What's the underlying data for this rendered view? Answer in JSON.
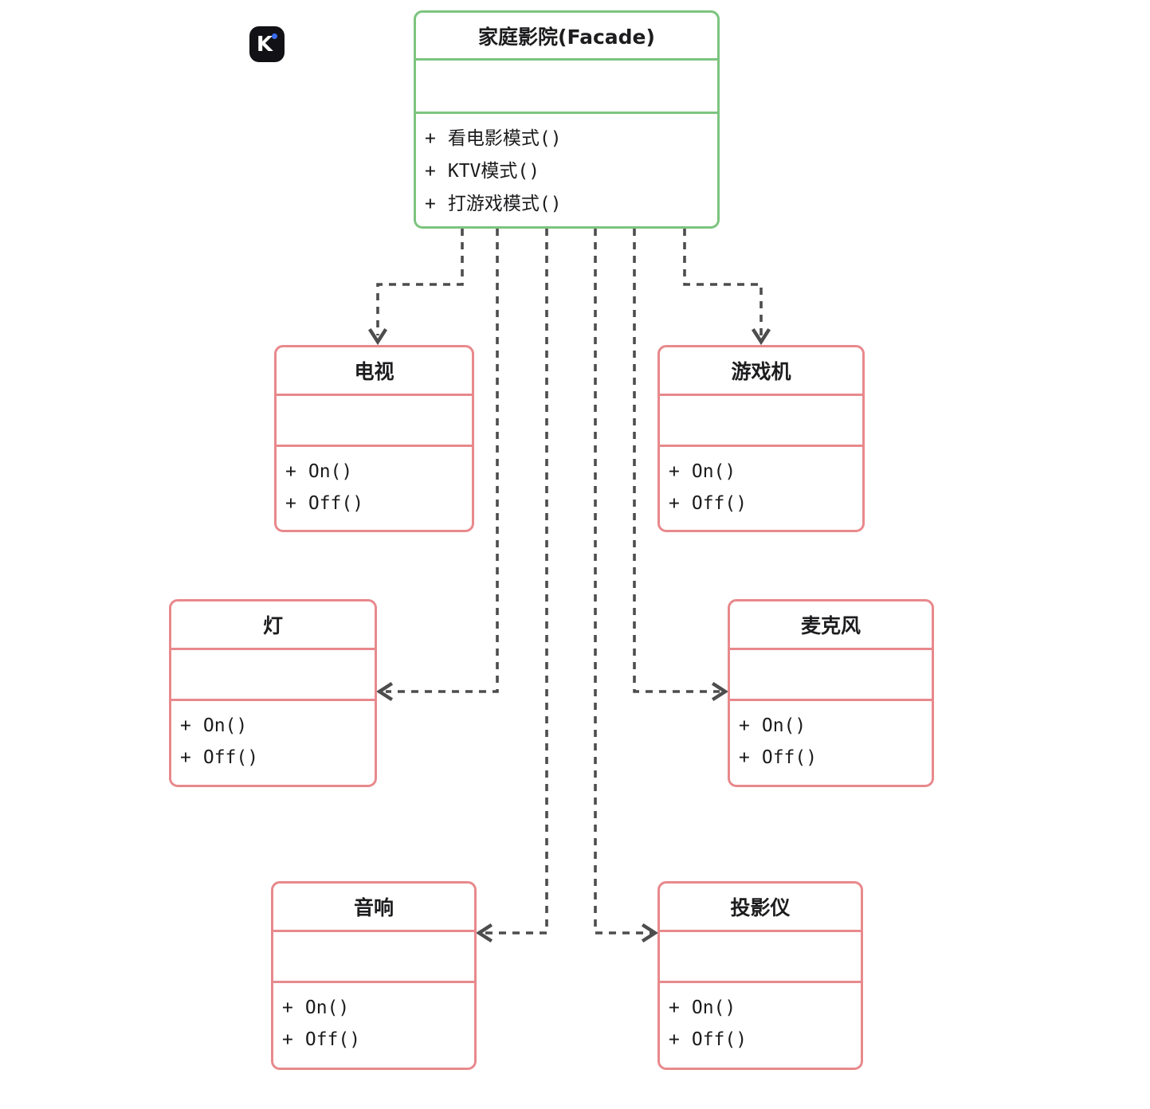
{
  "logo": {
    "letter": "K"
  },
  "colors": {
    "facade_border": "#7cc47f",
    "class_border": "#e8898c",
    "connector": "#4d4d4d",
    "logo_bg": "#121216",
    "logo_dot": "#3b6ef5",
    "text": "#1d1d1f"
  },
  "facade": {
    "title": "家庭影院(Facade)",
    "attributes": [],
    "methods": [
      {
        "visibility": "+",
        "signature": "看电影模式()"
      },
      {
        "visibility": "+",
        "signature": "KTV模式()"
      },
      {
        "visibility": "+",
        "signature": "打游戏模式()"
      }
    ]
  },
  "classes": [
    {
      "title": "电视",
      "attributes": [],
      "methods": [
        {
          "visibility": "+",
          "signature": "On()"
        },
        {
          "visibility": "+",
          "signature": "Off()"
        }
      ]
    },
    {
      "title": "游戏机",
      "attributes": [],
      "methods": [
        {
          "visibility": "+",
          "signature": "On()"
        },
        {
          "visibility": "+",
          "signature": "Off()"
        }
      ]
    },
    {
      "title": "灯",
      "attributes": [],
      "methods": [
        {
          "visibility": "+",
          "signature": "On()"
        },
        {
          "visibility": "+",
          "signature": "Off()"
        }
      ]
    },
    {
      "title": "麦克风",
      "attributes": [],
      "methods": [
        {
          "visibility": "+",
          "signature": "On()"
        },
        {
          "visibility": "+",
          "signature": "Off()"
        }
      ]
    },
    {
      "title": "音响",
      "attributes": [],
      "methods": [
        {
          "visibility": "+",
          "signature": "On()"
        },
        {
          "visibility": "+",
          "signature": "Off()"
        }
      ]
    },
    {
      "title": "投影仪",
      "attributes": [],
      "methods": [
        {
          "visibility": "+",
          "signature": "On()"
        },
        {
          "visibility": "+",
          "signature": "Off()"
        }
      ]
    }
  ],
  "connectors": [
    {
      "from": "家庭影院(Facade)",
      "to": "电视",
      "style": "dashed-arrow"
    },
    {
      "from": "家庭影院(Facade)",
      "to": "游戏机",
      "style": "dashed-arrow"
    },
    {
      "from": "家庭影院(Facade)",
      "to": "灯",
      "style": "dashed-arrow"
    },
    {
      "from": "家庭影院(Facade)",
      "to": "麦克风",
      "style": "dashed-arrow"
    },
    {
      "from": "家庭影院(Facade)",
      "to": "音响",
      "style": "dashed-arrow"
    },
    {
      "from": "家庭影院(Facade)",
      "to": "投影仪",
      "style": "dashed-arrow"
    }
  ]
}
